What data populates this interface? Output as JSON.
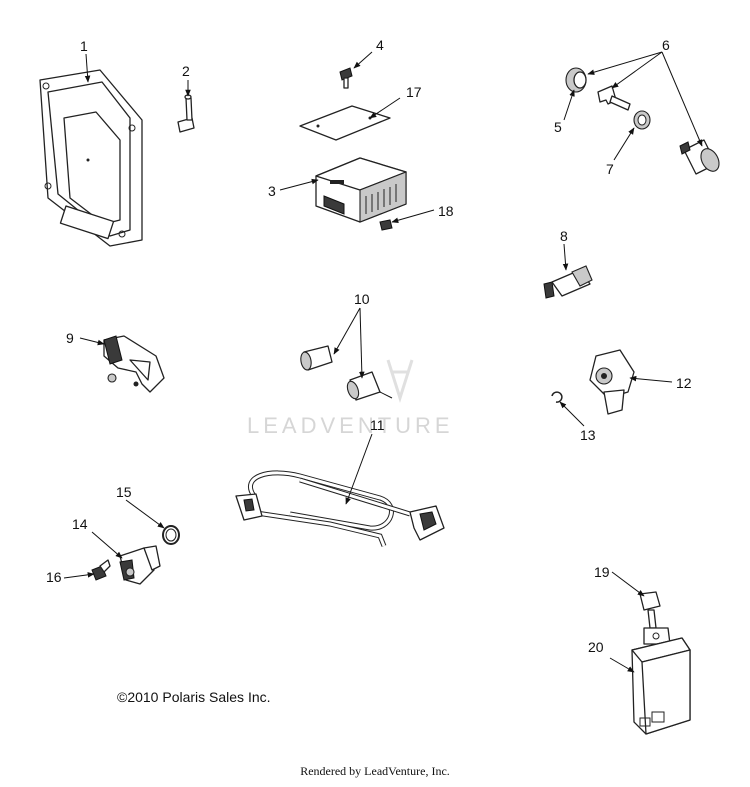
{
  "watermark": "LEADVENTURE",
  "copyright": "©2010 Polaris Sales Inc.",
  "footer": "Rendered by LeadVenture, Inc.",
  "callouts": [
    "1",
    "2",
    "3",
    "4",
    "5",
    "6",
    "7",
    "8",
    "9",
    "10",
    "11",
    "12",
    "13",
    "14",
    "15",
    "16",
    "17",
    "18",
    "19",
    "20"
  ]
}
